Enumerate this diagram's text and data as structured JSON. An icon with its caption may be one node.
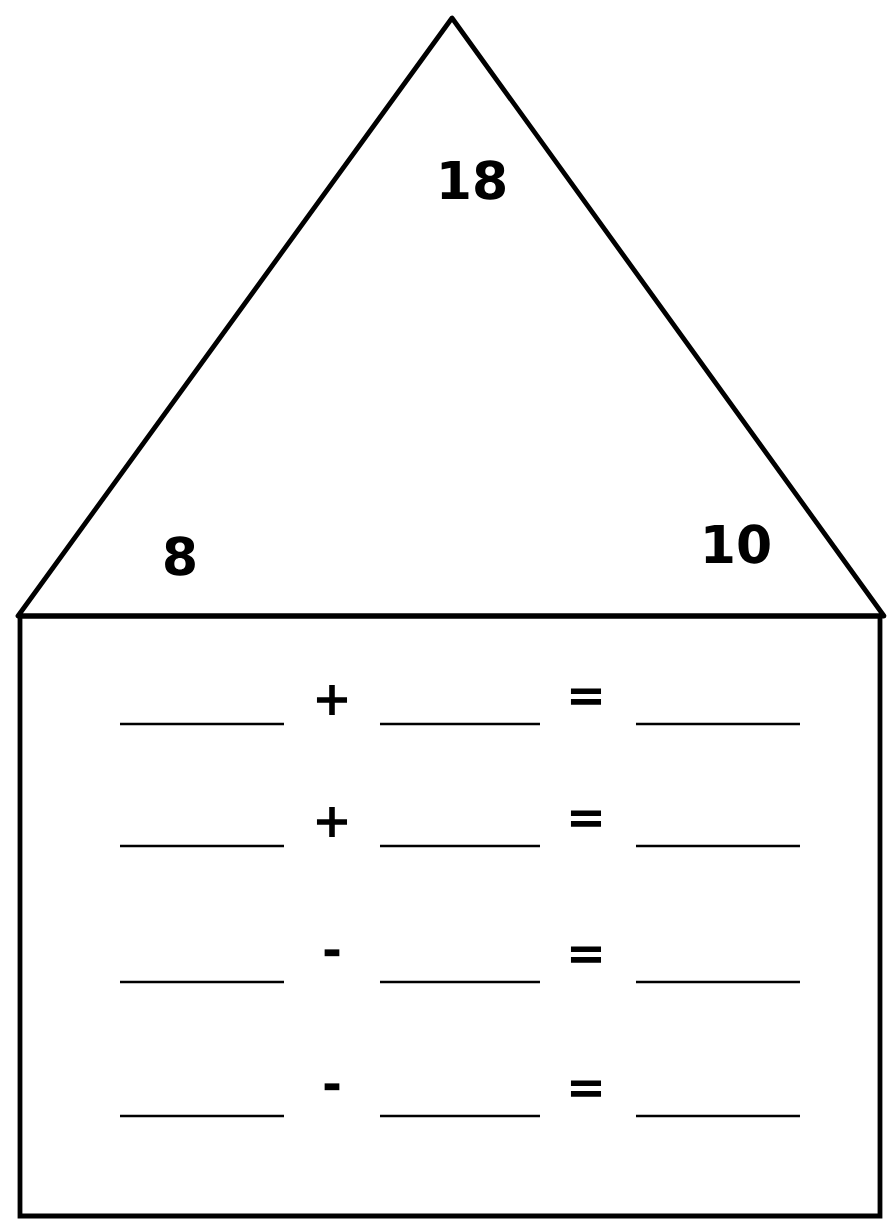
{
  "diagram": {
    "nodes": [
      {
        "text": [
          "18",
          "8",
          "10"
        ]
      },
      {
        "text": [],
        "shape": "box"
      }
    ],
    "labels": [
      "+",
      "=",
      "+",
      "=",
      "-",
      "=",
      "-",
      "="
    ]
  }
}
